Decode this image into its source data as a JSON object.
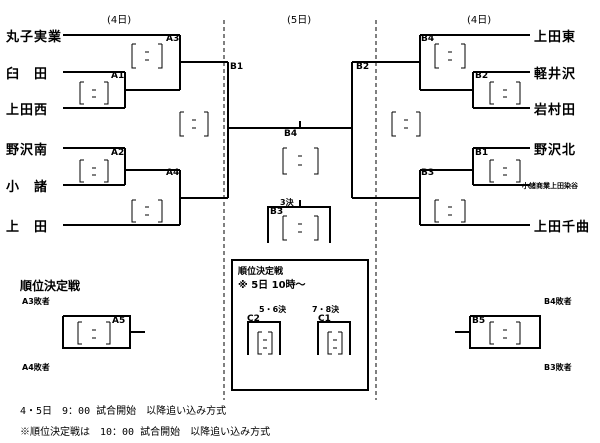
{
  "days": {
    "left": "(4日)",
    "center": "(5日)",
    "right": "(4日)"
  },
  "left_teams": [
    "丸子実業",
    "臼　田",
    "上田西",
    "野沢南",
    "小　諸",
    "上　田"
  ],
  "right_teams": [
    "上田東",
    "軽井沢",
    "岩村田",
    "野沢北",
    "小諸商業上田染谷",
    "上田千曲"
  ],
  "match_labels": {
    "a1": "A1",
    "a2": "A2",
    "a3": "A3",
    "a4": "A4",
    "a5": "A5",
    "b1_left": "B1",
    "b2_left": "B2",
    "b1_right": "B1",
    "b2_right": "B2",
    "b3_right": "B3",
    "b4_right": "B4",
    "b4_center": "B4",
    "b3_center": "B3",
    "third_place": "3決",
    "b5": "B5",
    "c1": "C1",
    "c2": "C2"
  },
  "ranking": {
    "title": "順位決定戦",
    "a3_loser": "A3敗者",
    "a4_loser": "A4敗者",
    "b4_loser": "B4敗者",
    "b3_loser": "B3敗者",
    "box_title": "順位決定戦",
    "box_time": "※ 5日 10時～",
    "pos_56": "5・6決",
    "pos_78": "7・8決"
  },
  "notes": [
    "4・5日　9：00 試合開始　以降追い込み方式",
    "※順位決定戦は　10：00 試合開始　以降追い込み方式"
  ]
}
